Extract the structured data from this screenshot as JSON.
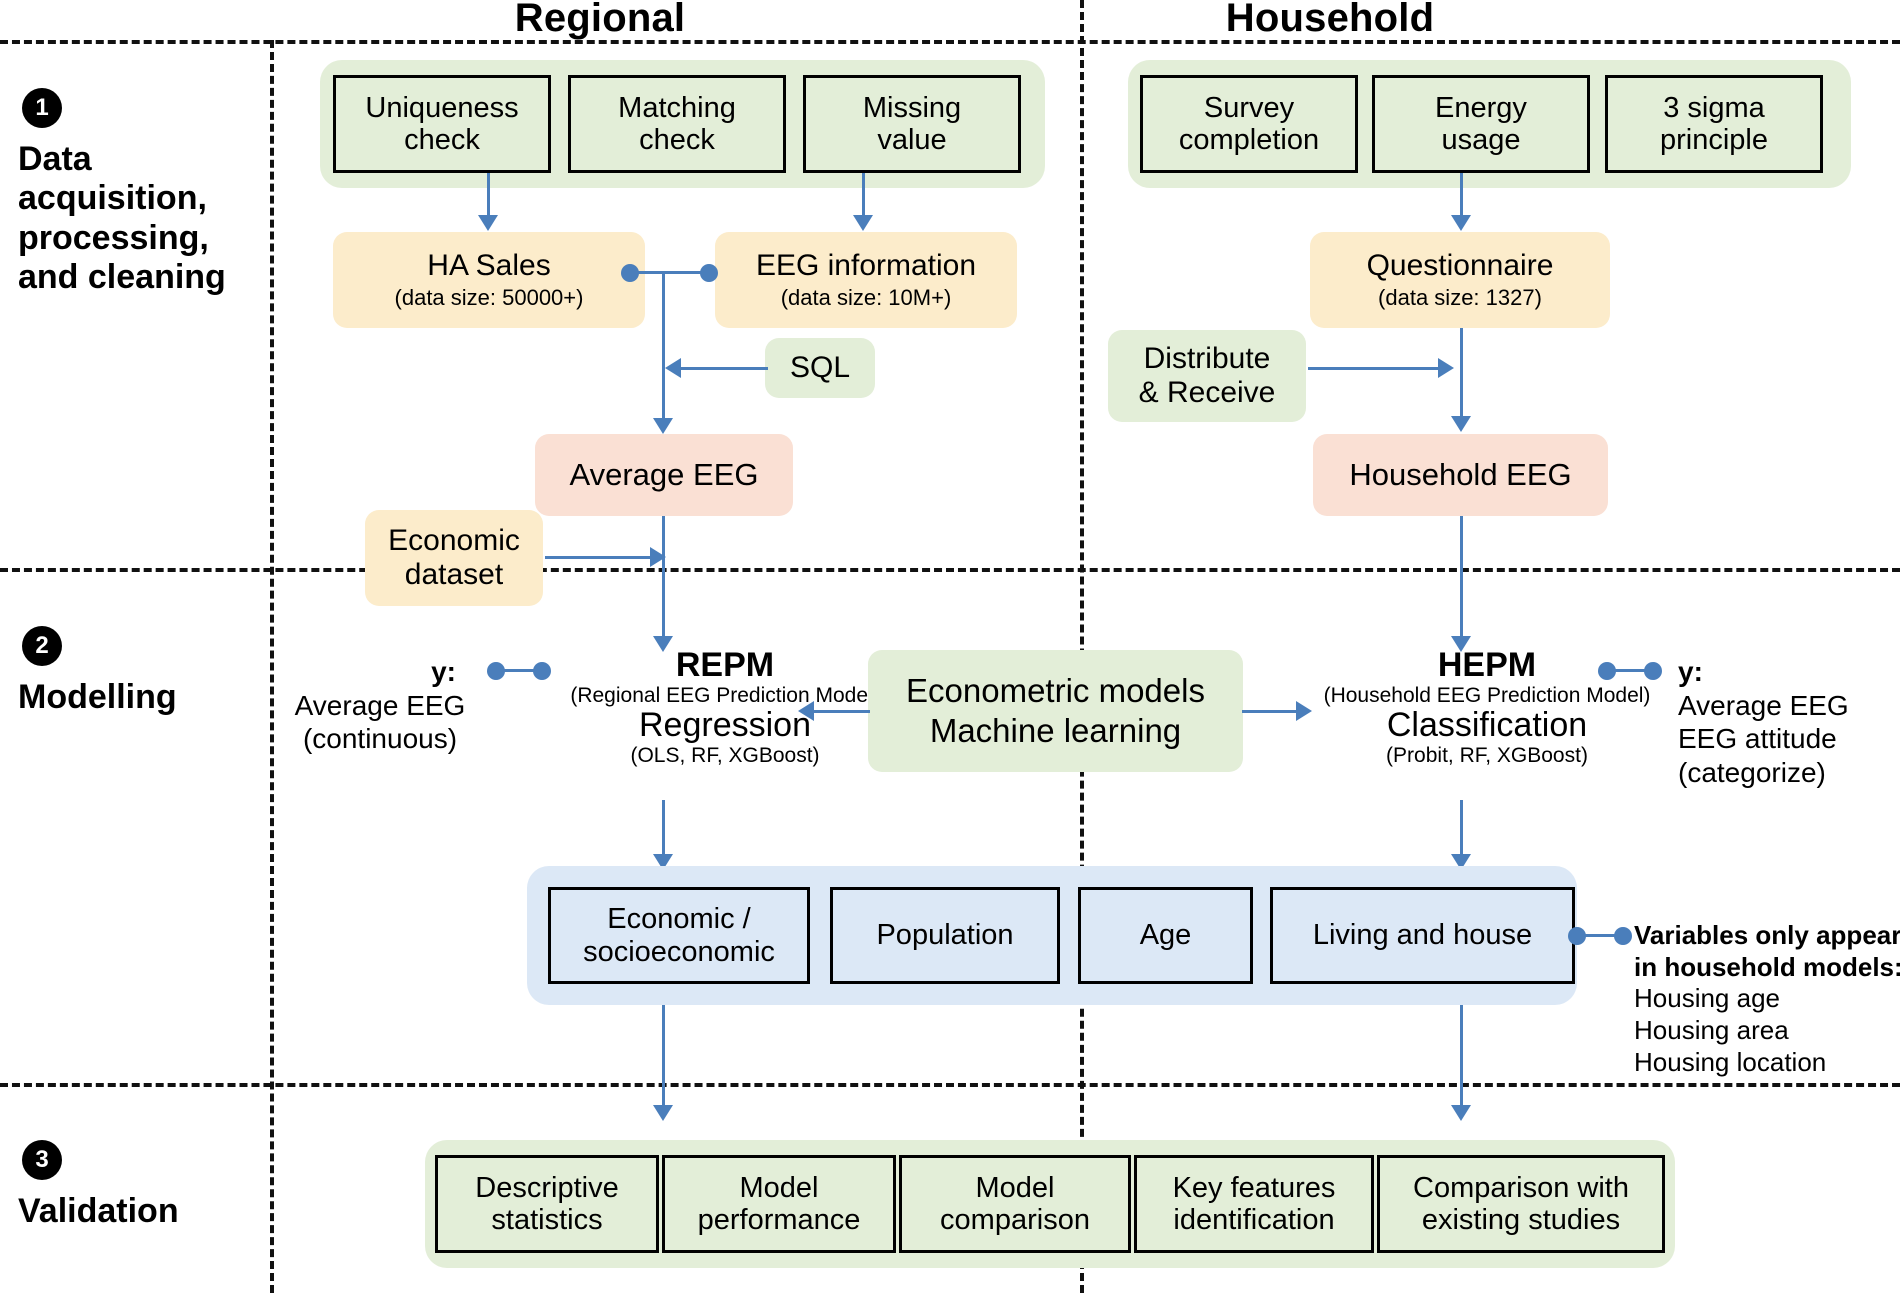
{
  "columns": {
    "left": "Regional",
    "right": "Household"
  },
  "stages": [
    {
      "num": "1",
      "label": "Data\nacquisition,\nprocessing,\nand cleaning"
    },
    {
      "num": "2",
      "label": "Modelling"
    },
    {
      "num": "3",
      "label": "Validation"
    }
  ],
  "stage_labels": {
    "s1_l1": "Data",
    "s1_l2": "acquisition,",
    "s1_l3": "processing,",
    "s1_l4": "and cleaning",
    "s2": "Modelling",
    "s3": "Validation"
  },
  "stage_numbers": {
    "one": "1",
    "two": "2",
    "three": "3"
  },
  "regional": {
    "checks": [
      "Uniqueness\ncheck",
      "Matching\ncheck",
      "Missing\nvalue"
    ],
    "check_lines": [
      {
        "l1": "Uniqueness",
        "l2": "check"
      },
      {
        "l1": "Matching",
        "l2": "check"
      },
      {
        "l1": "Missing",
        "l2": "value"
      }
    ],
    "ha_sales": {
      "title": "HA Sales",
      "sub": "(data size: 50000+)"
    },
    "eeg_info": {
      "title": "EEG information",
      "sub": "(data size: 10M+)"
    },
    "sql": "SQL",
    "average_eeg": "Average EEG",
    "economic_dataset": {
      "l1": "Economic",
      "l2": "dataset"
    }
  },
  "household": {
    "checks_lines": [
      {
        "l1": "Survey",
        "l2": "completion"
      },
      {
        "l1": "Energy",
        "l2": "usage"
      },
      {
        "l1": "3 sigma",
        "l2": "principle"
      }
    ],
    "questionnaire": {
      "title": "Questionnaire",
      "sub": "(data size: 1327)"
    },
    "distribute": {
      "l1": "Distribute",
      "l2": "& Receive"
    },
    "household_eeg": "Household EEG"
  },
  "modelling": {
    "repm": {
      "name": "REPM",
      "expansion": "(Regional EEG Prediction Model)",
      "task": "Regression",
      "methods": "(OLS, RF, XGBoost)"
    },
    "hepm": {
      "name": "HEPM",
      "expansion": "(Household EEG Prediction Model)",
      "task": "Classification",
      "methods": "(Probit, RF, XGBoost)"
    },
    "methods_box": {
      "l1": "Econometric models",
      "l2": "Machine learning"
    },
    "y_left": {
      "label": "y:",
      "l1": "Average EEG",
      "l2": "(continuous)"
    },
    "y_right": {
      "label": "y:",
      "l1": "Average EEG",
      "l2": "EEG attitude",
      "l3": "(categorize)"
    },
    "variables": [
      {
        "l1": "Economic /",
        "l2": "socioeconomic"
      },
      {
        "l1": "Population",
        "l2": ""
      },
      {
        "l1": "Age",
        "l2": ""
      },
      {
        "l1": "Living and house",
        "l2": ""
      }
    ],
    "household_only_note": {
      "hd1": "Variables only appear",
      "hd2": "in household models:",
      "i1": "Housing age",
      "i2": "Housing area",
      "i3": "Housing location"
    }
  },
  "validation": {
    "items": [
      {
        "l1": "Descriptive",
        "l2": "statistics"
      },
      {
        "l1": "Model",
        "l2": "performance"
      },
      {
        "l1": "Model",
        "l2": "comparison"
      },
      {
        "l1": "Key features",
        "l2": "identification"
      },
      {
        "l1": "Comparison with",
        "l2": "existing studies"
      }
    ]
  },
  "colors": {
    "green": "#e3eed8",
    "yellow": "#fceccb",
    "pink": "#fae0d4",
    "blue": "#dce8f6",
    "connector": "#4a7ebb",
    "outline": "#000000"
  }
}
